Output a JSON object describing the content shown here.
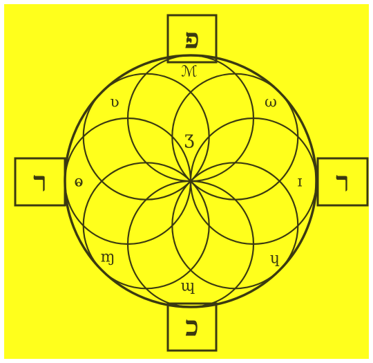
{
  "colors": {
    "background": "#ffff1c",
    "ink": "#3b3a10",
    "border": "#ffffff"
  },
  "boxes": {
    "top": "פ",
    "left": "ר",
    "right": "ר",
    "bottom": "כ"
  },
  "ring": {
    "top": "ℳ",
    "top_left": "ʋ",
    "top_right": "ω",
    "left": "ⱺ",
    "right": "ɪ",
    "bottom_left": "ɱ",
    "bottom_right": "ɥ",
    "bottom": "ɰ"
  },
  "center": "ʒ"
}
